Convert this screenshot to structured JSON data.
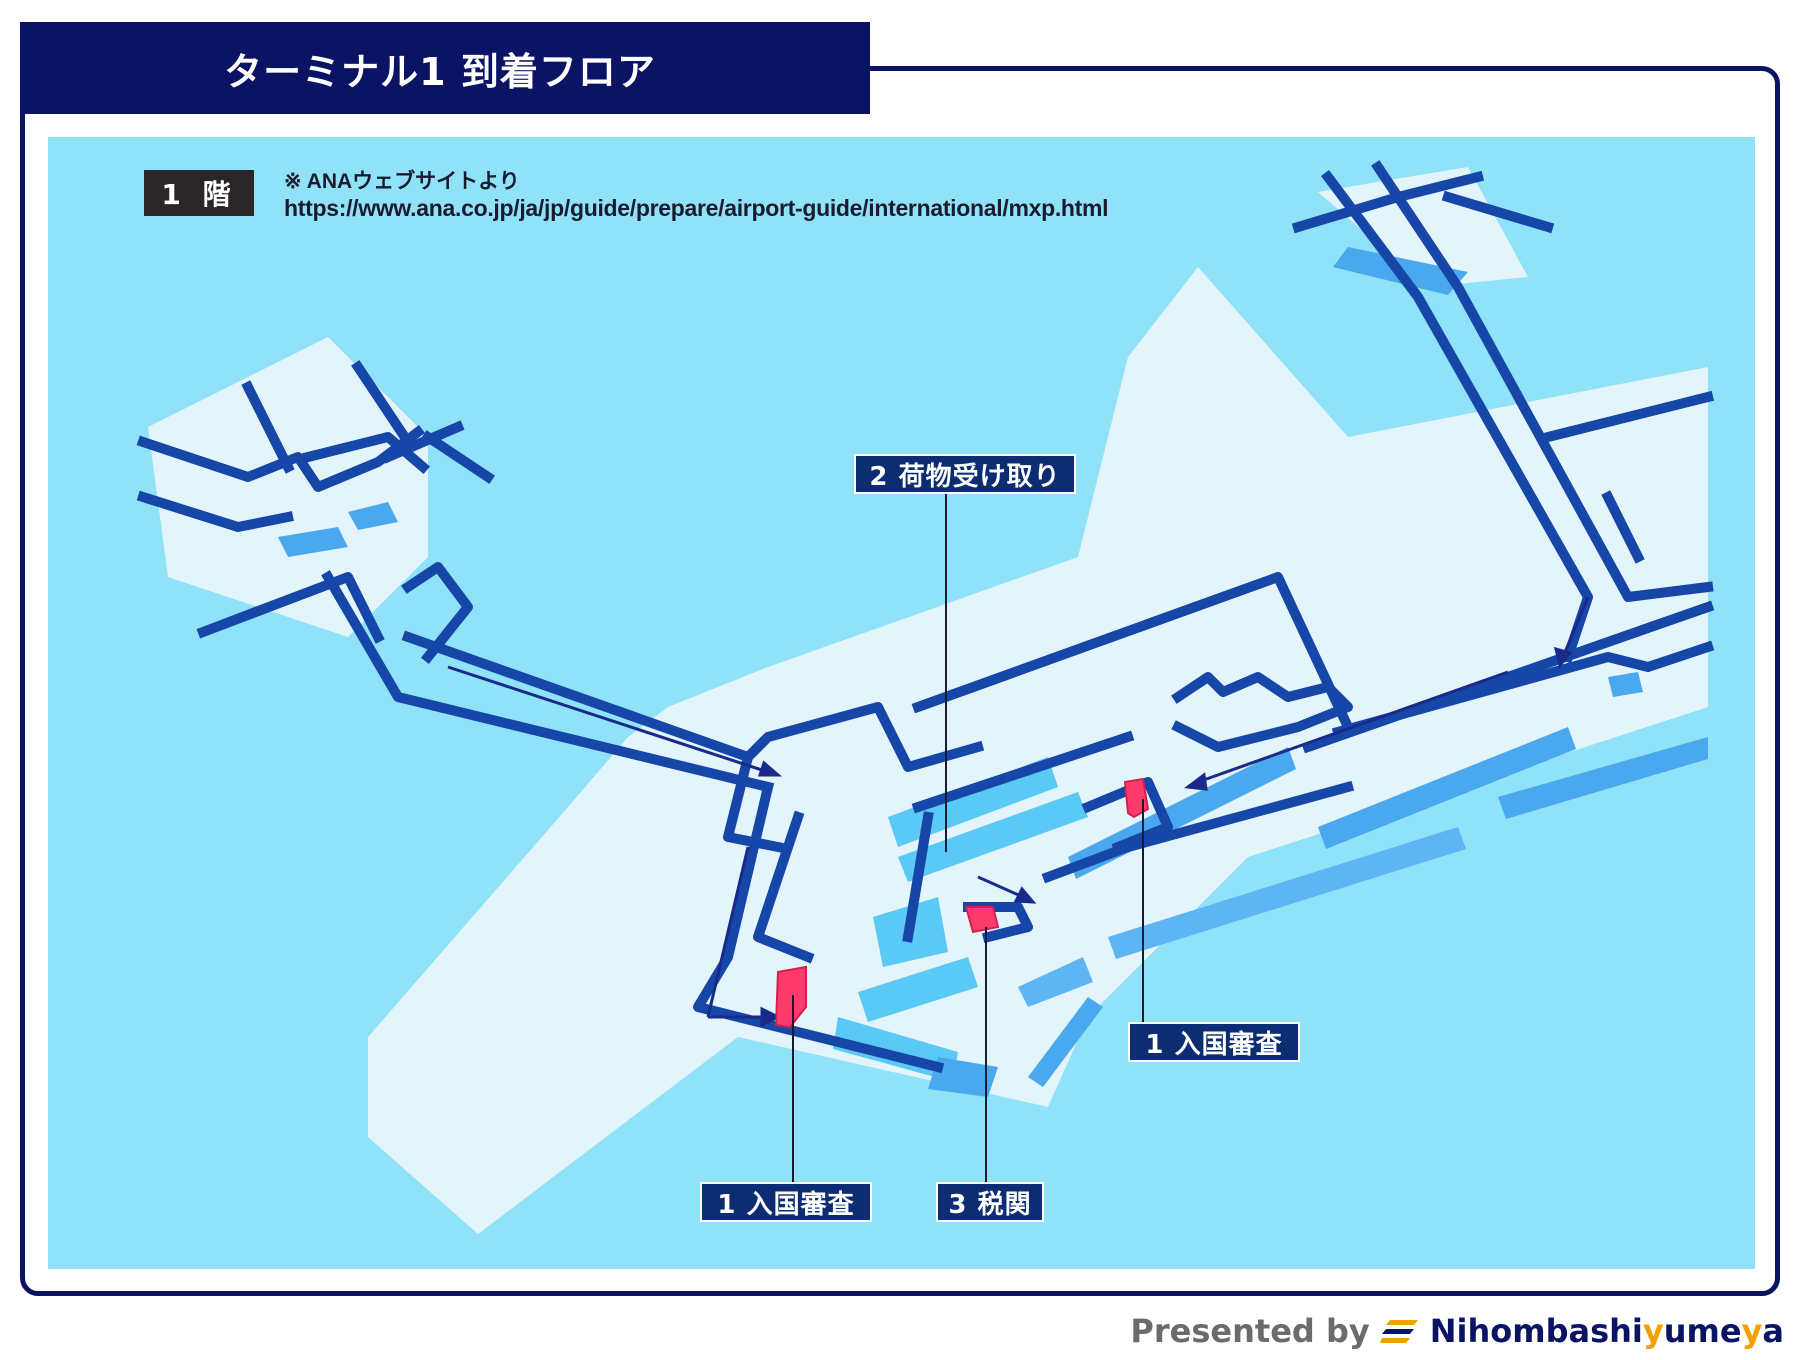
{
  "title": "ターミナル1 到着フロア",
  "floor_badge": "1 階",
  "source_note": "※ ANAウェブサイトより",
  "source_url": "https://www.ana.co.jp/ja/jp/guide/prepare/airport-guide/international/mxp.html",
  "map_labels": {
    "baggage_claim": "2 荷物受け取り",
    "immigration_left": "1 入国審査",
    "customs": "3 税関",
    "immigration_right": "1 入国審査"
  },
  "footer": {
    "presented_by": "Presented by",
    "brand_part1": "Nihombashi",
    "brand_accent1": "y",
    "brand_part2": "ume",
    "brand_accent2": "y",
    "brand_part3": "a"
  },
  "colors": {
    "header_navy": "#0b1464",
    "water_blue": "#8fe2f8",
    "floor": "#e3f4fb",
    "wall": "#1546a8",
    "accent_pink": "#ff3b6b",
    "brand_orange": "#f2a100"
  }
}
